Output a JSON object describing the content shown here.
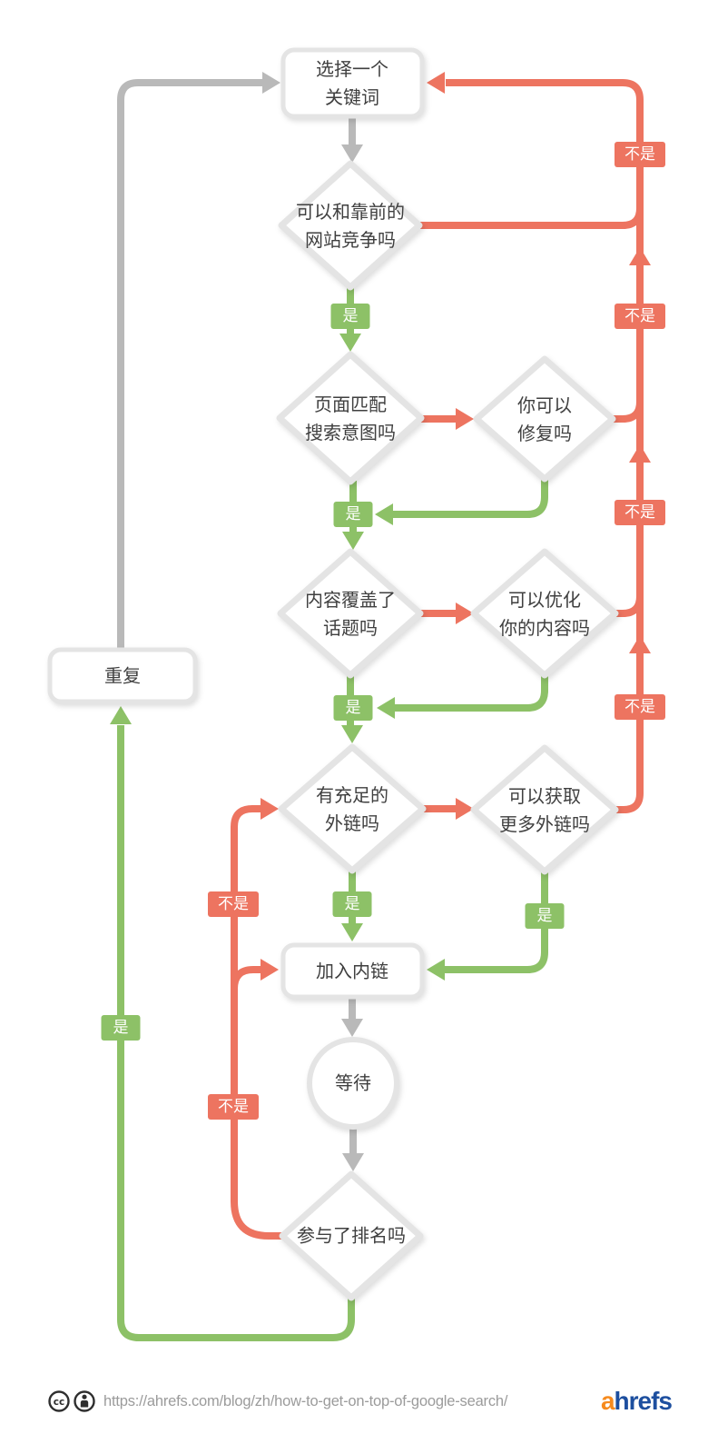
{
  "diagram": {
    "labels": {
      "yes": "是",
      "no": "不是"
    },
    "nodes": {
      "pick_keyword": {
        "line1": "选择一个",
        "line2": "关键词"
      },
      "compete": {
        "line1": "可以和靠前的",
        "line2": "网站竞争吗"
      },
      "intent": {
        "line1": "页面匹配",
        "line2": "搜索意图吗"
      },
      "fix": {
        "line1": "你可以",
        "line2": "修复吗"
      },
      "coverage": {
        "line1": "内容覆盖了",
        "line2": "话题吗"
      },
      "optimize": {
        "line1": "可以优化",
        "line2": "你的内容吗"
      },
      "backlinks": {
        "line1": "有充足的",
        "line2": "外链吗"
      },
      "morelinks": {
        "line1": "可以获取",
        "line2": "更多外链吗"
      },
      "internal_links": {
        "line1": "加入内链",
        "line2": ""
      },
      "wait": {
        "line1": "等待",
        "line2": ""
      },
      "ranked": {
        "line1": "参与了排名吗",
        "line2": ""
      },
      "repeat": {
        "line1": "重复",
        "line2": ""
      }
    },
    "edges": [
      {
        "from": "repeat",
        "to": "pick_keyword",
        "label": ""
      },
      {
        "from": "pick_keyword",
        "to": "compete",
        "label": ""
      },
      {
        "from": "compete",
        "to": "intent",
        "label": "是"
      },
      {
        "from": "compete",
        "to": "pick_keyword",
        "label": "不是"
      },
      {
        "from": "intent",
        "to": "fix",
        "label": ""
      },
      {
        "from": "intent",
        "to": "coverage",
        "label": "是"
      },
      {
        "from": "fix",
        "to": "coverage",
        "label": "是"
      },
      {
        "from": "fix",
        "to": "pick_keyword",
        "label": "不是"
      },
      {
        "from": "coverage",
        "to": "optimize",
        "label": ""
      },
      {
        "from": "coverage",
        "to": "backlinks",
        "label": "是"
      },
      {
        "from": "optimize",
        "to": "backlinks",
        "label": "是"
      },
      {
        "from": "optimize",
        "to": "pick_keyword",
        "label": "不是"
      },
      {
        "from": "backlinks",
        "to": "morelinks",
        "label": ""
      },
      {
        "from": "backlinks",
        "to": "internal_links",
        "label": "是"
      },
      {
        "from": "morelinks",
        "to": "internal_links",
        "label": "是"
      },
      {
        "from": "morelinks",
        "to": "pick_keyword",
        "label": "不是"
      },
      {
        "from": "internal_links",
        "to": "wait",
        "label": ""
      },
      {
        "from": "wait",
        "to": "ranked",
        "label": ""
      },
      {
        "from": "ranked",
        "to": "repeat",
        "label": "是"
      },
      {
        "from": "ranked",
        "to": "internal_links",
        "label": "不是"
      },
      {
        "from": "ranked",
        "to": "backlinks",
        "label": "不是"
      }
    ],
    "colors": {
      "yes_green": "#8DC167",
      "no_red": "#ED7460",
      "neutral_gray": "#B9B9B9",
      "node_border": "#E4E4E4",
      "node_fill": "#FFFFFF",
      "node_text": "#3F3F3F"
    }
  },
  "footer": {
    "url": "https://ahrefs.com/blog/zh/how-to-get-on-top-of-google-search/",
    "logo_first": "a",
    "logo_rest": "hrefs",
    "logo_orange": "#F68A1D",
    "logo_blue": "#1D4F9F"
  }
}
